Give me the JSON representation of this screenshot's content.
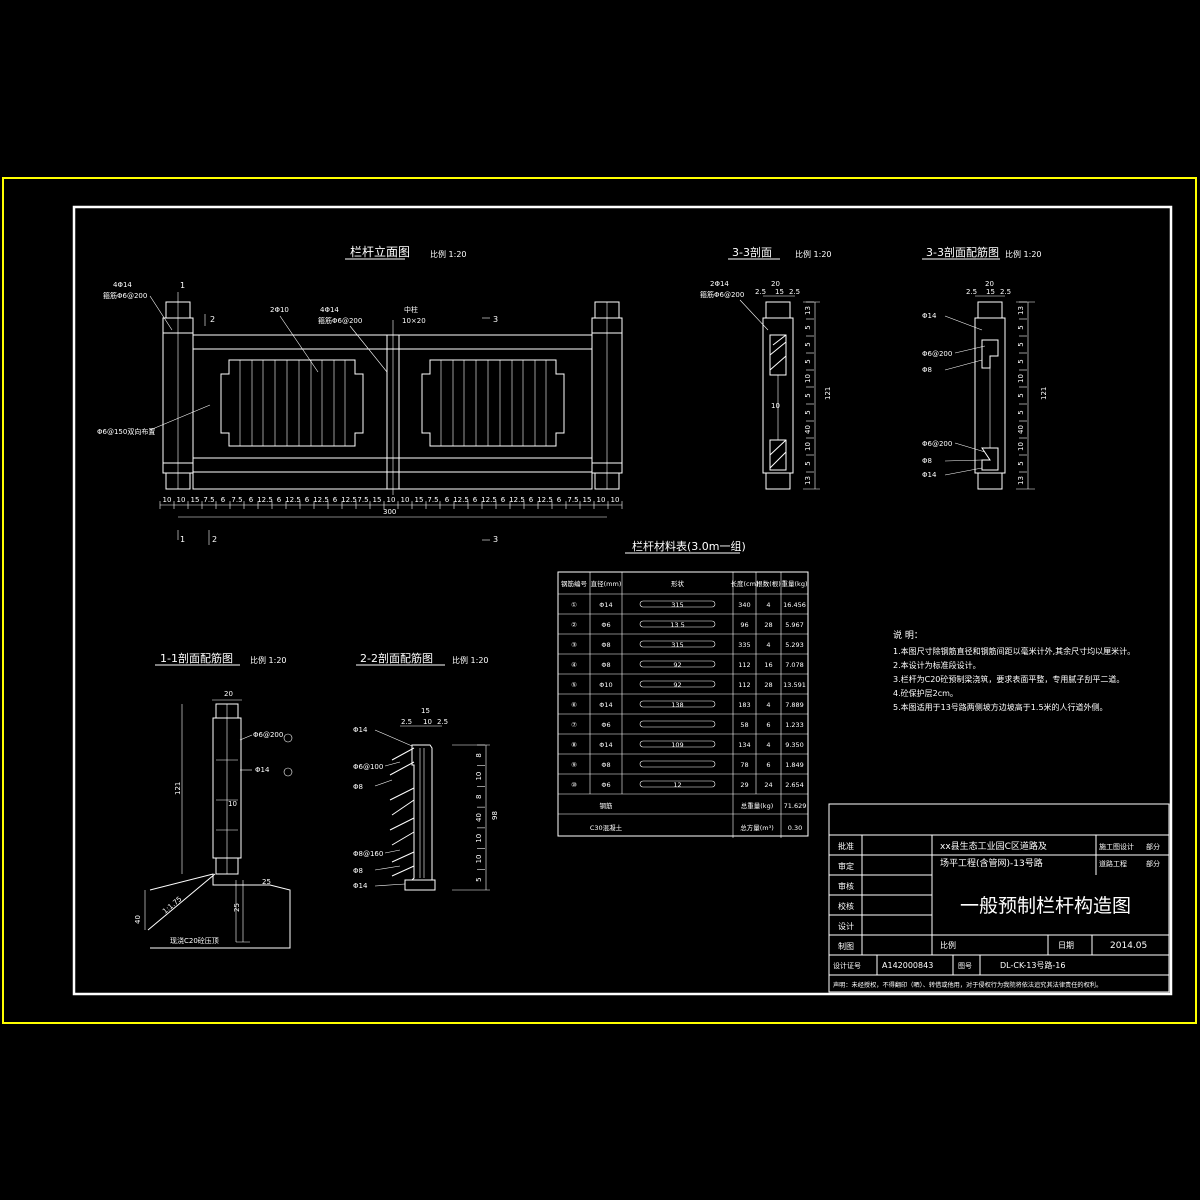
{
  "colors": {
    "background": "#000000",
    "outer_border": "#ffff00",
    "lines": "#ffffff"
  },
  "views": {
    "elevation": {
      "title": "栏杆立面图",
      "scale": "比例 1:20",
      "labels": {
        "rebar_top": "4Φ14",
        "stirrup": "箍筋Φ6@200",
        "rebar_panel": "2Φ10",
        "rebar_mid": "4Φ14",
        "rebar_mid2": "箍筋Φ6@200",
        "mid_col": "中柱",
        "mid_col_size": "10×20",
        "bottom_note": "Φ6@150双向布置",
        "total": "300"
      },
      "sec_marks": [
        "1",
        "2",
        "3"
      ],
      "bottom_dims": [
        "10",
        "10",
        "15",
        "7.5",
        "6",
        "7.5",
        "6",
        "12.5",
        "6",
        "12.5",
        "6",
        "12.5",
        "6",
        "12.5",
        "7.5",
        "15",
        "10",
        "10",
        "15",
        "7.5",
        "6",
        "12.5",
        "6",
        "12.5",
        "6",
        "12.5",
        "6",
        "12.5",
        "6",
        "7.5",
        "15",
        "10",
        "10"
      ]
    },
    "sec33a": {
      "title": "3-3剖面",
      "scale": "比例 1:20",
      "top_dims": [
        "2.5",
        "15",
        "2.5"
      ],
      "top_total": "20",
      "labels": [
        "2Φ14",
        "箍筋Φ6@200"
      ],
      "side_dims": [
        "13",
        "5",
        "5",
        "5",
        "10",
        "5",
        "5",
        "40",
        "10",
        "5",
        "13"
      ],
      "total": "121"
    },
    "sec33b": {
      "title": "3-3剖面配筋图",
      "scale": "比例 1:20",
      "top_dims": [
        "2.5",
        "15",
        "2.5"
      ],
      "top_total": "20",
      "labels": [
        "Φ14",
        "Φ6@200",
        "Φ8",
        "Φ6@200",
        "Φ8",
        "Φ14"
      ],
      "side_dims": [
        "13",
        "5",
        "5",
        "5",
        "10",
        "5",
        "5",
        "40",
        "10",
        "5",
        "13"
      ],
      "total": "121"
    },
    "sec11": {
      "title": "1-1剖面配筋图",
      "scale": "比例 1:20",
      "top": "20",
      "labels": [
        "Φ6@200",
        "Φ14"
      ],
      "side": "121",
      "base_w": "25",
      "ratio": "1:1.75",
      "h40": "40",
      "base_note": "现浇C20砼压顶",
      "mid": "10"
    },
    "sec22": {
      "title": "2-2剖面配筋图",
      "scale": "比例 1:20",
      "top_dims": [
        "2.5",
        "10",
        "2.5"
      ],
      "top_total": "15",
      "labels": [
        "Φ14",
        "Φ6@100",
        "Φ8",
        "Φ8@160",
        "Φ8",
        "Φ14"
      ],
      "side_dims": [
        "8",
        "10",
        "8",
        "40",
        "10",
        "10",
        "5"
      ],
      "total": "98"
    }
  },
  "table": {
    "title": "栏杆材料表(3.0m一组)",
    "headers": [
      "钢筋编号",
      "直径(mm)",
      "形状",
      "长度(cm)",
      "根数(根)",
      "重量(kg)"
    ],
    "rows": [
      [
        "①",
        "Φ14",
        "315",
        "340",
        "4",
        "16.456"
      ],
      [
        "②",
        "Φ6",
        "13 5",
        "96",
        "28",
        "5.967"
      ],
      [
        "③",
        "Φ8",
        "315",
        "335",
        "4",
        "5.293"
      ],
      [
        "④",
        "Φ8",
        "92",
        "112",
        "16",
        "7.078"
      ],
      [
        "⑤",
        "Φ10",
        "92",
        "112",
        "28",
        "13.591"
      ],
      [
        "⑥",
        "Φ14",
        "138",
        "183",
        "4",
        "7.889"
      ],
      [
        "⑦",
        "Φ6",
        "",
        "58",
        "6",
        "1.233"
      ],
      [
        "⑧",
        "Φ14",
        "109",
        "134",
        "4",
        "9.350"
      ],
      [
        "⑨",
        "Φ8",
        "",
        "78",
        "6",
        "1.849"
      ],
      [
        "⑩",
        "Φ6",
        "12",
        "29",
        "24",
        "2.654"
      ]
    ],
    "foot1": [
      "钢筋",
      "总重量(kg)",
      "71.629"
    ],
    "foot2": [
      "C30混凝土",
      "总方量(m³)",
      "0.30"
    ]
  },
  "notes": {
    "head": "说 明：",
    "lines": [
      "1.本图尺寸除钢筋直径和钢筋间距以毫米计外,其余尺寸均以厘米计。",
      "2.本设计为标准段设计。",
      "3.栏杆为C20砼预制梁浇筑，要求表面平整，专用腻子刮平二道。",
      "4.砼保护层2cm。",
      "5.本图适用于13号路两侧坡方边坡高于1.5米的人行道外侧。"
    ]
  },
  "titleblock": {
    "roles": [
      "批准",
      "审定",
      "审核",
      "校核",
      "设计",
      "制图"
    ],
    "project": "xx县生态工业园C区道路及场平工程(含管网)-13号路",
    "stage": "施工图设计",
    "part": "部分",
    "category": "道路工程",
    "part2": "部分",
    "drawing_title": "一般预制栏杆构造图",
    "scale_label": "比例",
    "date_label": "日期",
    "date": "2014.05",
    "cert_label": "设计证号",
    "cert": "A142000843",
    "no_label": "图号",
    "drawing_no": "DL-CK-13号路-16",
    "declaration": "声明：未经授权，不得翻印（晒）、转借或他用，对于侵权行为我院将依法追究其法律责任的权利。"
  }
}
